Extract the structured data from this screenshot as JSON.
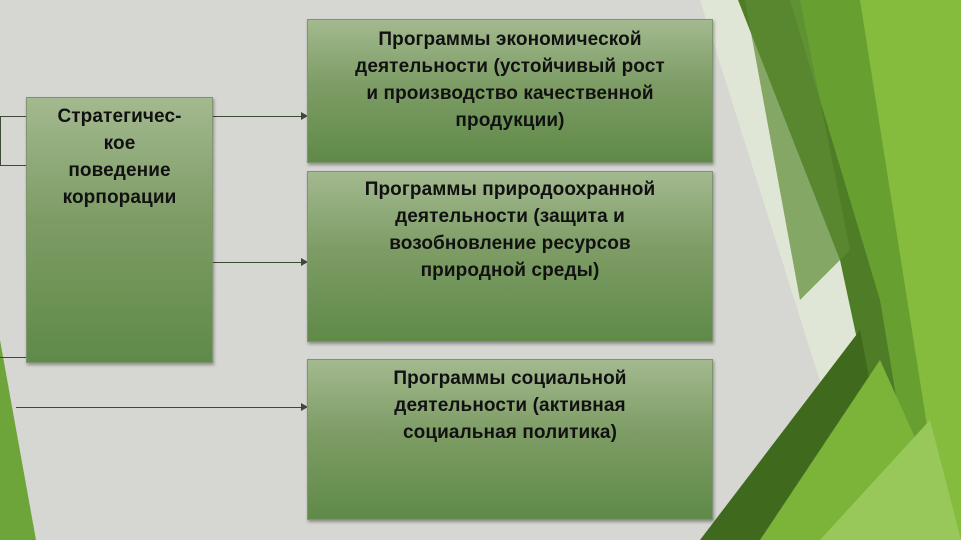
{
  "diagram": {
    "source": {
      "text": "Стратегичес-\nкое\nповедение\nкорпорации"
    },
    "targets": [
      {
        "text": "Программы экономической\nдеятельности (устойчивый рост\nи производство качественной\nпродукции)"
      },
      {
        "text": "Программы природоохранной\nдеятельности (защита и\nвозобновление ресурсов\nприродной среды)"
      },
      {
        "text": "Программы социальной\nдеятельности (активная\nсоциальная политика)"
      }
    ]
  },
  "colors": {
    "background": "#d6d6d3",
    "box_fill_top": "#a3b98f",
    "box_fill_bottom": "#5f8a48",
    "accent_green": "#6da534",
    "connector": "#3b4a33"
  }
}
